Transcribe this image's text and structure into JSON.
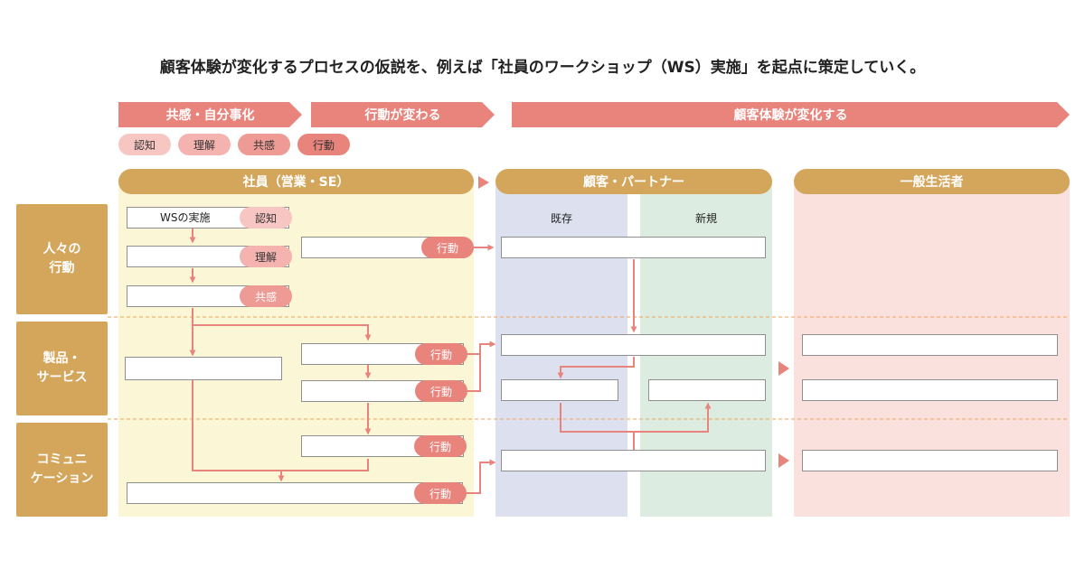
{
  "title": "顧客体験が変化するプロセスの仮説を、例えば「社員のワークショップ（WS）実施」を起点に策定していく。",
  "phases": [
    {
      "label": "共感・自分事化"
    },
    {
      "label": "行動が変わる"
    },
    {
      "label": "顧客体験が変化する"
    }
  ],
  "legend": [
    {
      "label": "認知",
      "color": "#f8c6c2"
    },
    {
      "label": "理解",
      "color": "#f4b3ae"
    },
    {
      "label": "共感",
      "color": "#ee9b95"
    },
    {
      "label": "行動",
      "color": "#e8847c"
    }
  ],
  "headers": {
    "employees": "社員（営業・SE）",
    "customers": "顧客・パートナー",
    "consumers": "一般生活者"
  },
  "subheaders": {
    "existing": "既存",
    "new": "新規"
  },
  "rows": {
    "people_action": "人々の\n行動",
    "products": "製品・\nサービス",
    "communication": "コミュニ\nケーション"
  },
  "boxes": {
    "ws_start": "WSの実施"
  },
  "tags": {
    "awareness": "認知",
    "understanding": "理解",
    "empathy": "共感",
    "action": "行動"
  },
  "colors": {
    "accent": "#e8847c",
    "gold": "#d4a65c",
    "employee_bg": "#fbf6d6",
    "existing_bg": "#dde0ef",
    "new_bg": "#dcece0",
    "consumer_bg": "#fbe1de"
  }
}
